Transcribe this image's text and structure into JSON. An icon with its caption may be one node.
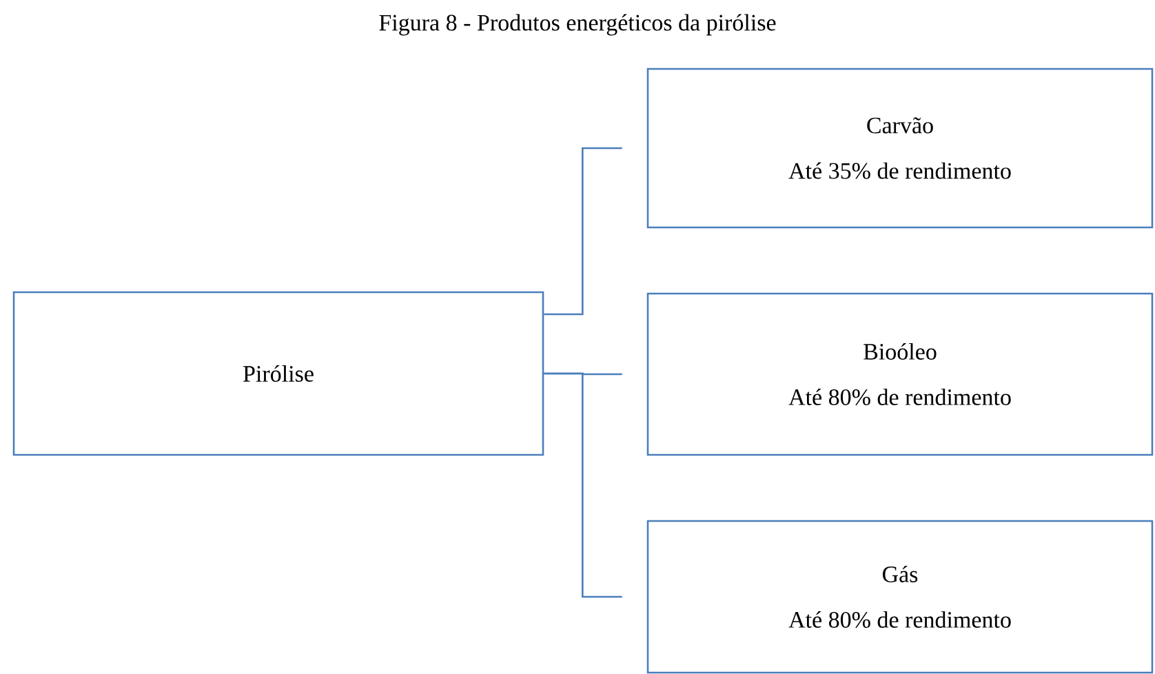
{
  "diagram": {
    "title": "Figura 8 - Produtos energéticos da pirólise",
    "nodes": [
      {
        "text": [
          "Pirólise"
        ]
      },
      {
        "text": [
          "Carvão",
          "Até 35% de rendimento"
        ]
      },
      {
        "text": [
          "Bioóleo",
          "Até 80% de rendimento"
        ]
      },
      {
        "text": [
          "Gás",
          "Até 80% de rendimento"
        ]
      }
    ],
    "edges": [
      {
        "from": 0,
        "to": 1,
        "arrow": "none"
      },
      {
        "from": 0,
        "to": 2,
        "arrow": "none"
      },
      {
        "from": 0,
        "to": 3,
        "arrow": "none"
      }
    ]
  }
}
